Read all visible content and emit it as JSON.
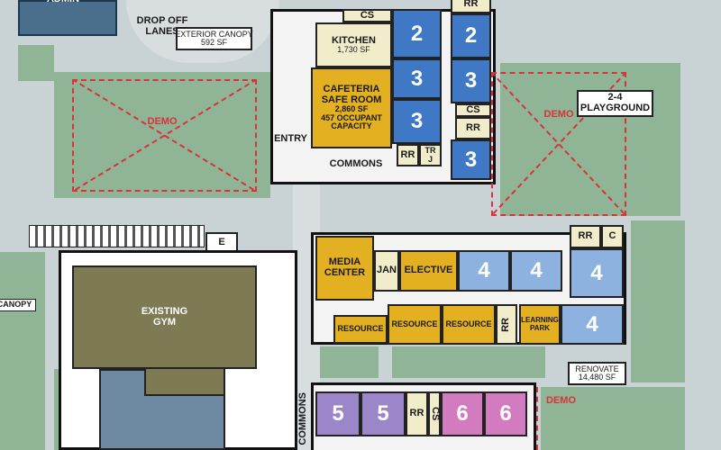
{
  "labels": {
    "admin": "ADMIN",
    "drop_off": "DROP OFF\nLANES",
    "exterior_canopy": "EXTERIOR CANOPY\n592 SF",
    "cs_top": "CS",
    "kitchen": "KITCHEN",
    "kitchen_sf": "1,730 SF",
    "cafeteria": "CAFETERIA\nSAFE ROOM",
    "cafeteria_detail": "2,860 SF\n457 OCCUPANT\nCAPACITY",
    "entry": "ENTRY",
    "commons": "COMMONS",
    "commons_vertical": "COMMONS",
    "rr": "RR",
    "tr_j": "TR\nJ",
    "cs": "CS",
    "rr_top_right": "RR",
    "demo": "DEMO",
    "playground": "2-4\nPLAYGROUND",
    "e": "E",
    "canopy": "CANOPY",
    "existing_gym": "EXISTING\nGYM",
    "media_center": "MEDIA\nCENTER",
    "jan": "JAN",
    "elective": "ELECTIVE",
    "rr_c_rr": "RR",
    "rr_c_c": "C",
    "resource": "RESOURCE",
    "learning_park": "LEARNING\nPARK",
    "renovate": "RENOVATE\n14,480 SF",
    "grade_2": "2",
    "grade_3": "3",
    "grade_4": "4",
    "grade_5": "5",
    "grade_6": "6"
  },
  "colors": {
    "grass": "#8fb596",
    "wing_yellow": "#e3b021",
    "grade_2_3": "#3f78c4",
    "grade_4": "#8eb2e0",
    "grade_5": "#9b86c9",
    "grade_6": "#d37bbf",
    "demo_dash": "#d9323a"
  }
}
